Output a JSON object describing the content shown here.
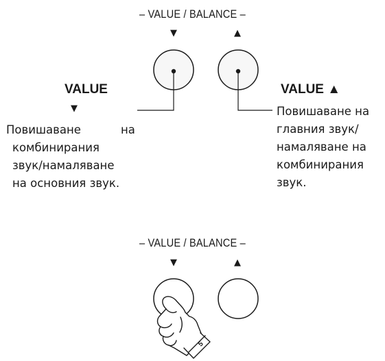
{
  "top_panel": {
    "header": "– VALUE / BALANCE –",
    "left_arrow": "▼",
    "right_arrow": "▲",
    "left_label": {
      "title": "VALUE",
      "arrow": "▼"
    },
    "right_label": {
      "title": "VALUE ▲"
    },
    "left_desc": {
      "line1_a": "Повишаване",
      "line1_b": "на",
      "line2": "комбинирания",
      "line3": "звук/намаляване",
      "line4": "на основния звук."
    },
    "right_desc": {
      "line1": "Повишаване на",
      "line2": "главния звук/",
      "line3": "намаляване на",
      "line4": "комбинирания",
      "line5": "звук."
    }
  },
  "bottom_panel": {
    "header": "– VALUE / BALANCE –",
    "left_arrow": "▼",
    "right_arrow": "▲",
    "finger_number": "5"
  },
  "colors": {
    "line": "#1a1a1a",
    "button_fill": "#f7f7f7"
  }
}
